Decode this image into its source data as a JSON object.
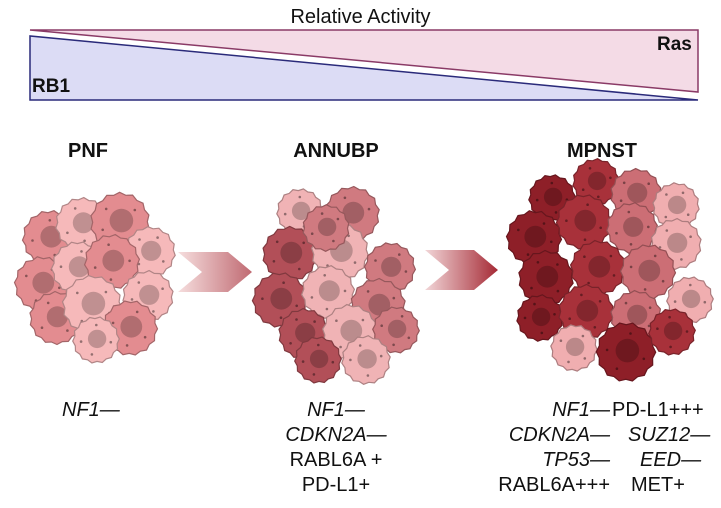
{
  "header": {
    "title": "Relative Activity"
  },
  "gradient": {
    "ras_label": "Ras",
    "rb1_label": "RB1",
    "ras_color": "#f4dbe6",
    "rb1_color": "#dcdcf5"
  },
  "stages": [
    {
      "name": "PNF",
      "cell_colors": [
        "#f6b9ba",
        "#e38c90"
      ]
    },
    {
      "name": "ANNUBP",
      "cell_colors": [
        "#f0b3b5",
        "#d07a80",
        "#b24f58"
      ]
    },
    {
      "name": "MPNST",
      "cell_colors": [
        "#f0aeb0",
        "#cc6e75",
        "#a8313a",
        "#8e1f28"
      ]
    }
  ],
  "markers": {
    "pnf": [
      "NF1—"
    ],
    "annubp": [
      "NF1—",
      "CDKN2A—",
      "RABL6A +",
      "PD-L1+"
    ],
    "mpnst_left": [
      "NF1—",
      "CDKN2A—",
      "TP53—",
      "RABL6A+++"
    ],
    "mpnst_right": [
      "PD-L1+++",
      "SUZ12—",
      "EED—",
      "MET+"
    ]
  },
  "icons": [
    "progression-arrow-icon",
    "progression-arrow-icon"
  ]
}
